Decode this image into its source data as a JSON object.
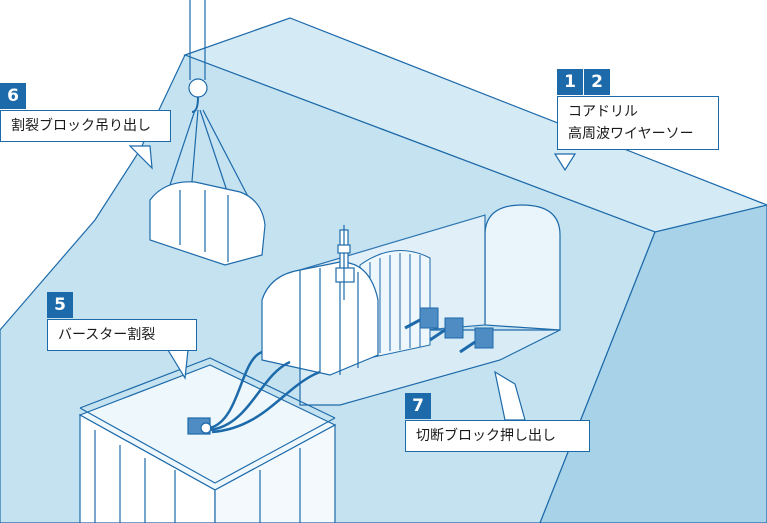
{
  "colors": {
    "rock_face": "#c5e2f0",
    "rock_side": "#a8d2e8",
    "rock_top": "#d4eaf5",
    "line": "#1d6aaa",
    "equipment": "#ffffff",
    "badge": "#1d6aaa"
  },
  "callouts": [
    {
      "id": "c6",
      "numbers": [
        "6"
      ],
      "lines": [
        "割裂ブロック吊り出し"
      ]
    },
    {
      "id": "c12",
      "numbers": [
        "1",
        "2"
      ],
      "lines": [
        "コアドリル",
        "高周波ワイヤーソー"
      ]
    },
    {
      "id": "c5",
      "numbers": [
        "5"
      ],
      "lines": [
        "バースター割裂"
      ]
    },
    {
      "id": "c7",
      "numbers": [
        "7"
      ],
      "lines": [
        "切断ブロック押し出し"
      ]
    }
  ],
  "icons": [
    "crane-hook-icon",
    "hydraulic-pump-icon",
    "core-drill-icon",
    "hydraulic-jack-icon"
  ]
}
